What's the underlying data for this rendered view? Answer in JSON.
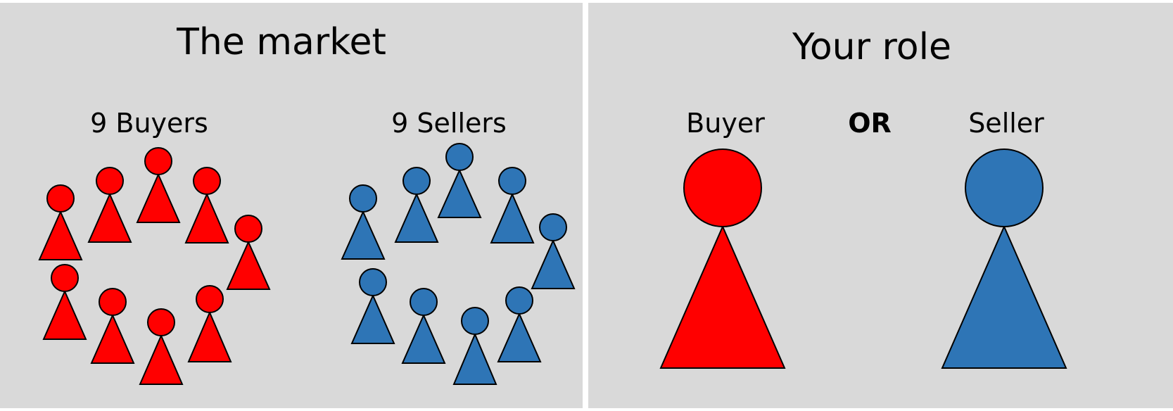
{
  "market": {
    "title": "The market",
    "buyers_label": "9 Buyers",
    "sellers_label": "9 Sellers",
    "buyer_count": 9,
    "seller_count": 9
  },
  "role": {
    "title": "Your role",
    "buyer_label": "Buyer",
    "or_label": "OR",
    "seller_label": "Seller"
  },
  "colors": {
    "buyer": "#ff0000",
    "seller": "#2e75b6",
    "panel_bg": "#d9d9d9",
    "outline": "#000000"
  }
}
